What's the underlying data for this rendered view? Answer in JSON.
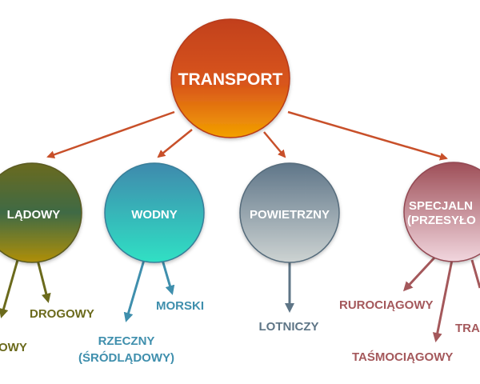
{
  "root": {
    "label": "TRANSPORT"
  },
  "categories": [
    {
      "label": "LĄDOWY",
      "color": "#6b6a1c",
      "leaves": [
        "DROGOWY",
        "OWY"
      ]
    },
    {
      "label": "WODNY",
      "color": "#3f8fad",
      "leaves": [
        "MORSKI",
        "RZECZNY",
        "(ŚRÓDLĄDOWY)"
      ]
    },
    {
      "label": "POWIETRZNY",
      "color": "#5e7586",
      "leaves": [
        "LOTNICZY"
      ]
    },
    {
      "label": "SPECJALN",
      "label2": "(PRZESYŁO",
      "color": "#a4585b",
      "leaves": [
        "RUROCIĄGOWY",
        "TAŚMOCIĄGOWY",
        "TRA"
      ]
    }
  ],
  "colors": {
    "root_arrow": "#c8502a"
  }
}
